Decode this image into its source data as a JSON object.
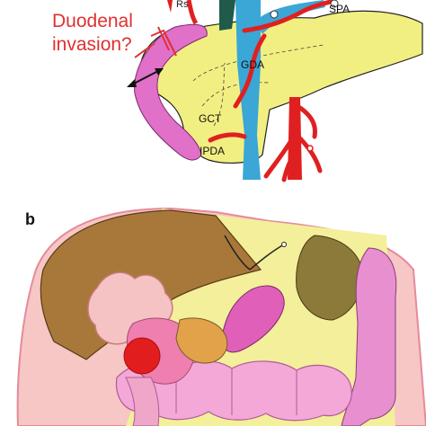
{
  "panel_a": {
    "annotation_line1": "Duodenal",
    "annotation_line2": "invasion?",
    "label_top_cut": "Rs",
    "label_spa": "SPA",
    "label_gda": "GDA",
    "label_gct": "GCT",
    "label_ipda": "IPDA"
  },
  "panel_b": {
    "panel_letter": "b"
  },
  "colors": {
    "pancreas": "#f2ef82",
    "artery": "#e02020",
    "vein": "#3aa7d6",
    "duodenum": "#e070c8",
    "annotation": "#e03030",
    "liver": "#a8783a",
    "gallbladder_region": "#f3ef9a",
    "intestine": "#f3a8d8",
    "stomach": "#e88fd0",
    "tumor": "#e21d1d"
  }
}
